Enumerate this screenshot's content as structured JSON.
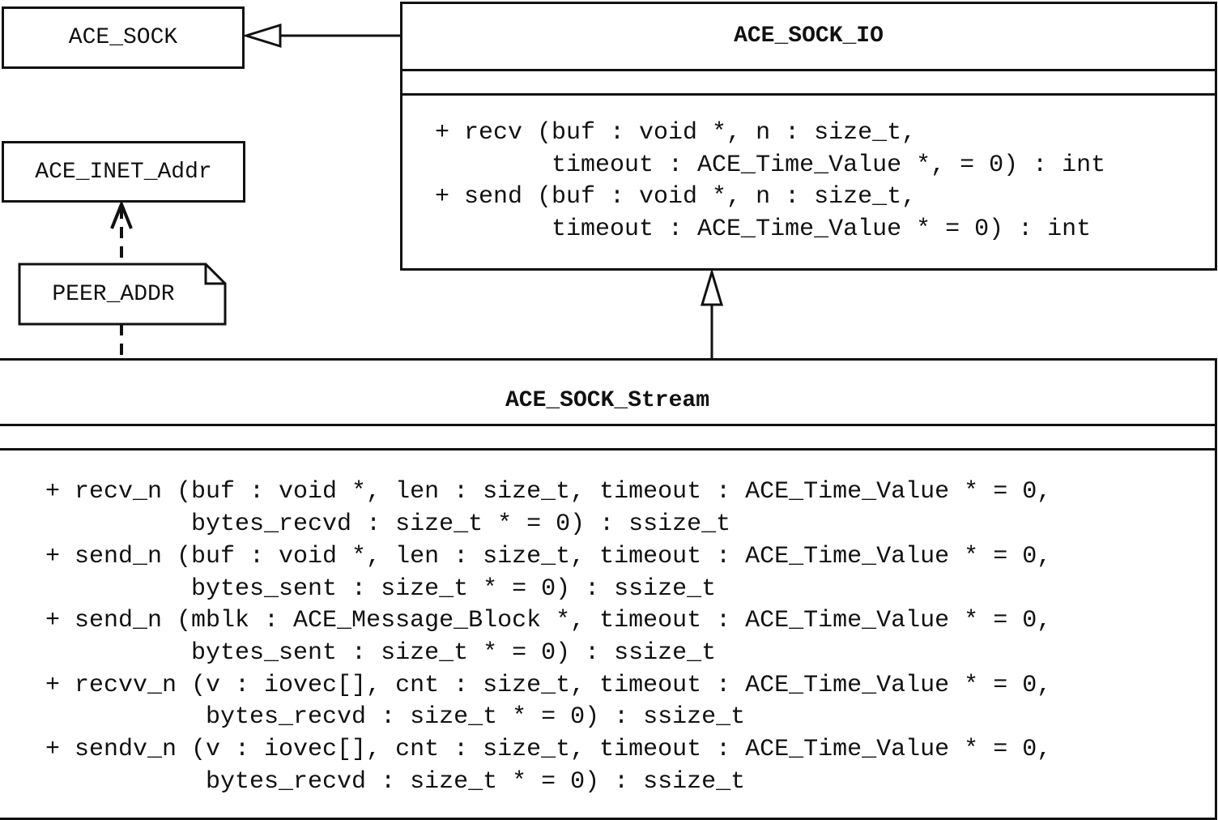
{
  "classes": {
    "ace_sock": {
      "name": "ACE_SOCK"
    },
    "ace_inet_addr": {
      "name": "ACE_INET_Addr"
    },
    "ace_sock_io": {
      "name": "ACE_SOCK_IO",
      "operations": [
        "+ recv (buf : void *, n : size_t,",
        "        timeout : ACE_Time_Value *, = 0) : int",
        "+ send (buf : void *, n : size_t,",
        "        timeout : ACE_Time_Value * = 0) : int"
      ]
    },
    "ace_sock_stream": {
      "name": "ACE_SOCK_Stream",
      "operations": [
        "+ recv_n (buf : void *, len : size_t, timeout : ACE_Time_Value * = 0,",
        "          bytes_recvd : size_t * = 0) : ssize_t",
        "+ send_n (buf : void *, len : size_t, timeout : ACE_Time_Value * = 0,",
        "          bytes_sent : size_t * = 0) : ssize_t",
        "+ send_n (mblk : ACE_Message_Block *, timeout : ACE_Time_Value * = 0,",
        "          bytes_sent : size_t * = 0) : ssize_t",
        "+ recvv_n (v : iovec[], cnt : size_t, timeout : ACE_Time_Value * = 0,",
        "           bytes_recvd : size_t * = 0) : ssize_t",
        "+ sendv_n (v : iovec[], cnt : size_t, timeout : ACE_Time_Value * = 0,",
        "           bytes_recvd : size_t * = 0) : ssize_t"
      ]
    }
  },
  "note": {
    "text": "PEER_ADDR"
  },
  "relationships": [
    {
      "type": "generalization",
      "from": "ACE_SOCK_IO",
      "to": "ACE_SOCK"
    },
    {
      "type": "generalization",
      "from": "ACE_SOCK_Stream",
      "to": "ACE_SOCK_IO"
    },
    {
      "type": "dependency",
      "from": "ACE_SOCK_Stream",
      "to": "ACE_INET_Addr",
      "via_note": "PEER_ADDR"
    }
  ]
}
